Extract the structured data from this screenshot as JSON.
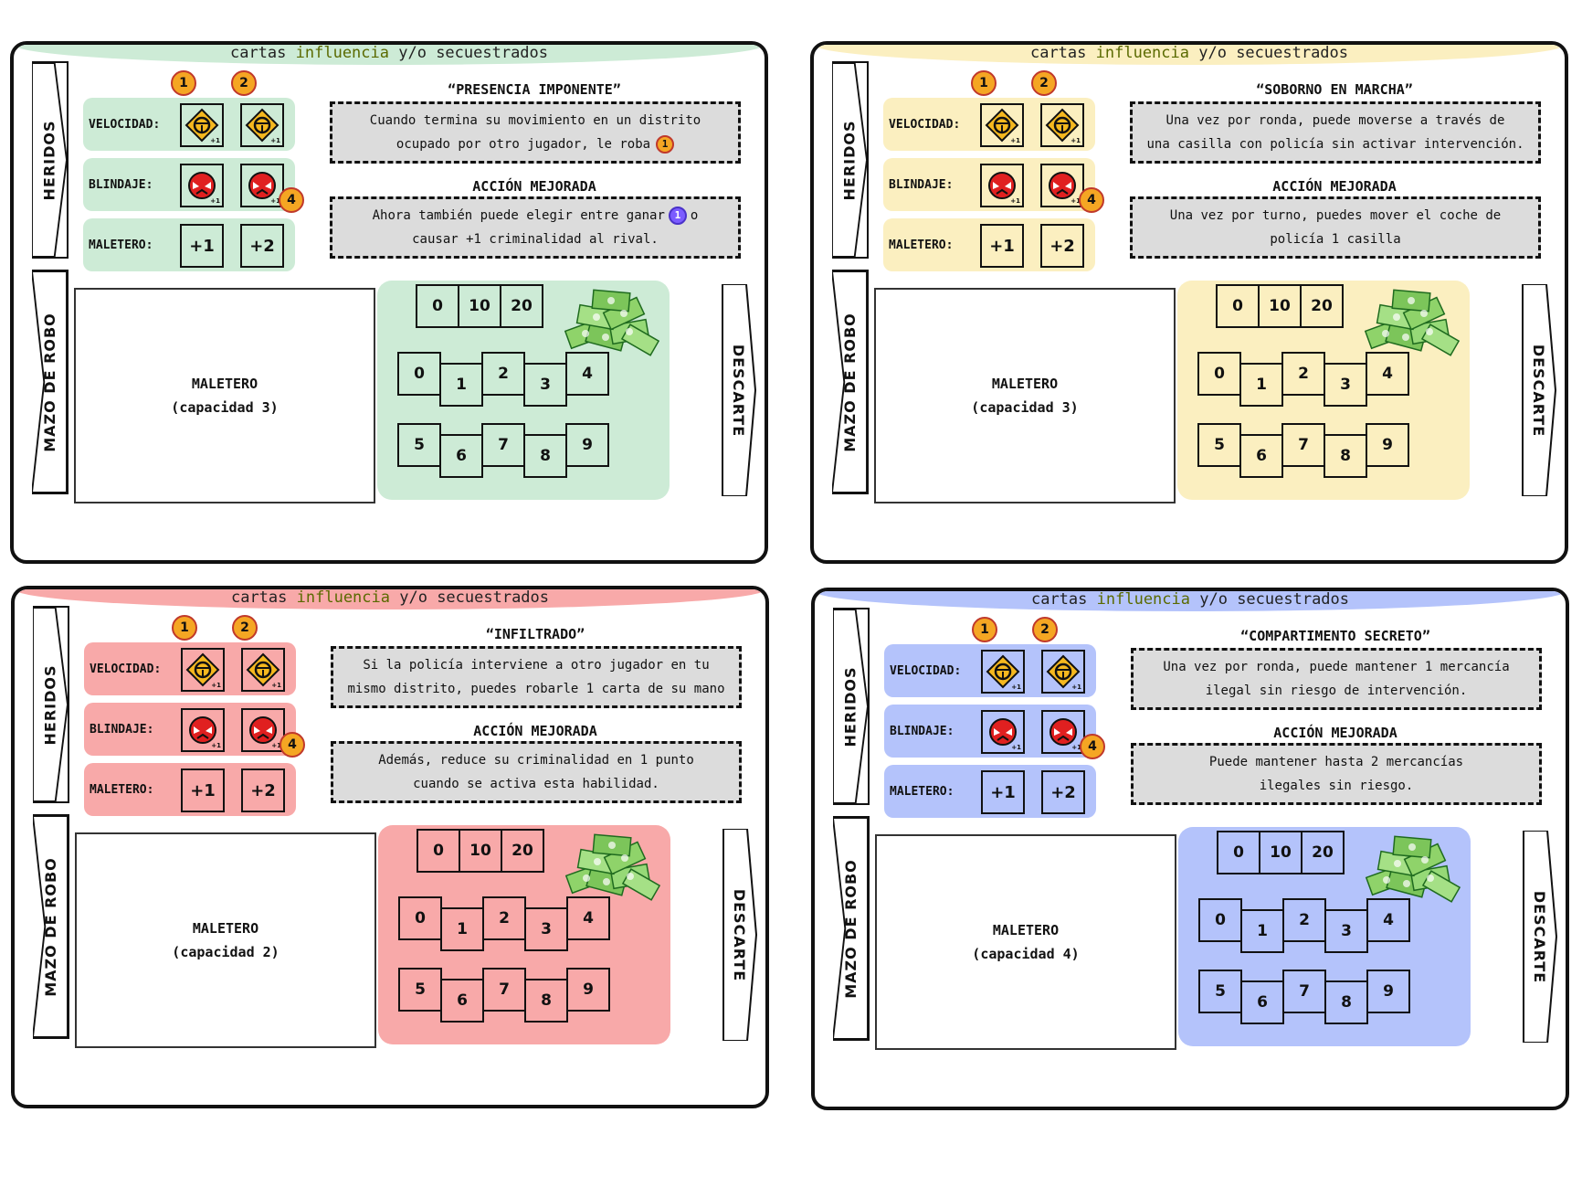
{
  "common": {
    "top_prefix": "cartas",
    "top_keyword": "influencia",
    "top_suffix": "y/o secuestrados",
    "heridos": "HERIDOS",
    "mazo": "MAZO DE ROBO",
    "descarte": "DESCARTE",
    "velocidad": "VELOCIDAD:",
    "blindaje": "BLINDAJE:",
    "maletero": "MALETERO:",
    "plus_small": "+1",
    "plus1": "+1",
    "plus2": "+2",
    "level1": "1",
    "level2": "2",
    "level4": "4",
    "improved": "ACCIÓN MEJORADA",
    "trunk_label": "MALETERO",
    "money_top": [
      "0",
      "10",
      "20"
    ],
    "money_row1": [
      "0",
      "1",
      "2",
      "3",
      "4"
    ],
    "money_row2": [
      "5",
      "6",
      "7",
      "8",
      "9"
    ]
  },
  "colors": {
    "green": "#cdebd6",
    "yellow": "#fbefc0",
    "red": "#f8a9a9",
    "blue": "#b4c3fb"
  },
  "boards": [
    {
      "color": "green",
      "ability_title": "“PRESENCIA IMPONENTE”",
      "ability_line1": "Cuando termina su movimiento en un distrito",
      "ability_line2": "ocupado por otro jugador, le roba",
      "ability_coin": "1",
      "improved_line1a": "Ahora también puede elegir entre ganar",
      "improved_coin": "1",
      "improved_line1b": "o",
      "improved_line2": "causar +1 criminalidad al rival.",
      "trunk_capacity": "(capacidad 3)"
    },
    {
      "color": "yellow",
      "ability_title": "“SOBORNO EN MARCHA”",
      "ability_line1": "Una vez por ronda, puede moverse a través de",
      "ability_line2": "una casilla con policía sin activar intervención.",
      "improved_line1": "Una vez por turno, puedes mover el coche de",
      "improved_line2": "policía 1 casilla",
      "trunk_capacity": "(capacidad 3)"
    },
    {
      "color": "red",
      "ability_title": "“INFILTRADO”",
      "ability_line1": "Si la policía interviene a otro jugador en tu",
      "ability_line2": "mismo distrito, puedes robarle 1 carta de su mano",
      "improved_line1": "Además, reduce su criminalidad en 1 punto",
      "improved_line2": "cuando se activa esta habilidad.",
      "trunk_capacity": "(capacidad 2)"
    },
    {
      "color": "blue",
      "ability_title": "“COMPARTIMENTO SECRETO”",
      "ability_line1": "Una vez por ronda, puede mantener 1 mercancía",
      "ability_line2": "ilegal sin riesgo de intervención.",
      "improved_line1": "Puede mantener hasta 2 mercancías",
      "improved_line2": "ilegales sin riesgo.",
      "trunk_capacity": "(capacidad 4)"
    }
  ]
}
